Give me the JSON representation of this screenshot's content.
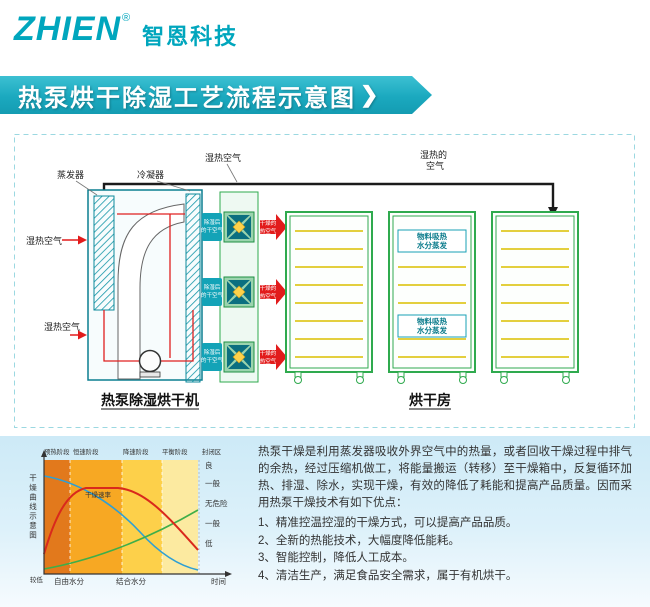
{
  "header": {
    "logo": "ZHIEN",
    "reg": "®",
    "company": "智恩科技"
  },
  "banner": {
    "title": "热泵烘干除湿工艺流程示意图",
    "chevron": "❯"
  },
  "diagram": {
    "evaporator": "蒸发器",
    "condenser": "冷凝器",
    "humid_air_top": "湿热空气",
    "humid_air_right1": "湿热的",
    "humid_air_right2": "空气",
    "humid_air_left1": "湿热空气",
    "humid_air_left2": "湿热空气",
    "fanbox1": "除湿后",
    "fanbox2": "的干空气",
    "arrow1": "干燥的",
    "arrow2": "热空气",
    "material1": "物料吸热",
    "material2": "水分蒸发",
    "machine_label": "热泵除湿烘干机",
    "room_label": "烘干房"
  },
  "chart": {
    "y_label": "干燥曲线示意图",
    "phases": [
      "预热阶段",
      "恒速阶段",
      "降速阶段",
      "平衡阶段"
    ],
    "closed": "封闭区",
    "rate_label": "干燥速率",
    "right_labels": [
      "良",
      "一般",
      "无危险",
      "一般",
      "低"
    ],
    "x1": "自由水分",
    "x2": "结合水分",
    "x3": "时间",
    "origin": "较低"
  },
  "description": {
    "paragraph": "热泵干燥是利用蒸发器吸收外界空气中的热量，或者回收干燥过程中排气的余热，经过压缩机做工，将能量搬运（转移）至干燥箱中，反复循环加热、排湿、除水，实现干燥，有效的降低了耗能和提高产品质量。因而采用热泵干燥技术有如下优点：",
    "points": [
      "1、精准控温控湿的干燥方式，可以提高产品品质。",
      "2、全新的热能技术，大幅度降低能耗。",
      "3、智能控制，降低人工成本。",
      "4、清洁生产，满足食品安全需求，属于有机烘干。"
    ]
  },
  "colors": {
    "teal": "#12a7bd",
    "green": "#2faa4e",
    "red": "#e21b1b",
    "shelf_yellow": "#e3cf3e"
  }
}
